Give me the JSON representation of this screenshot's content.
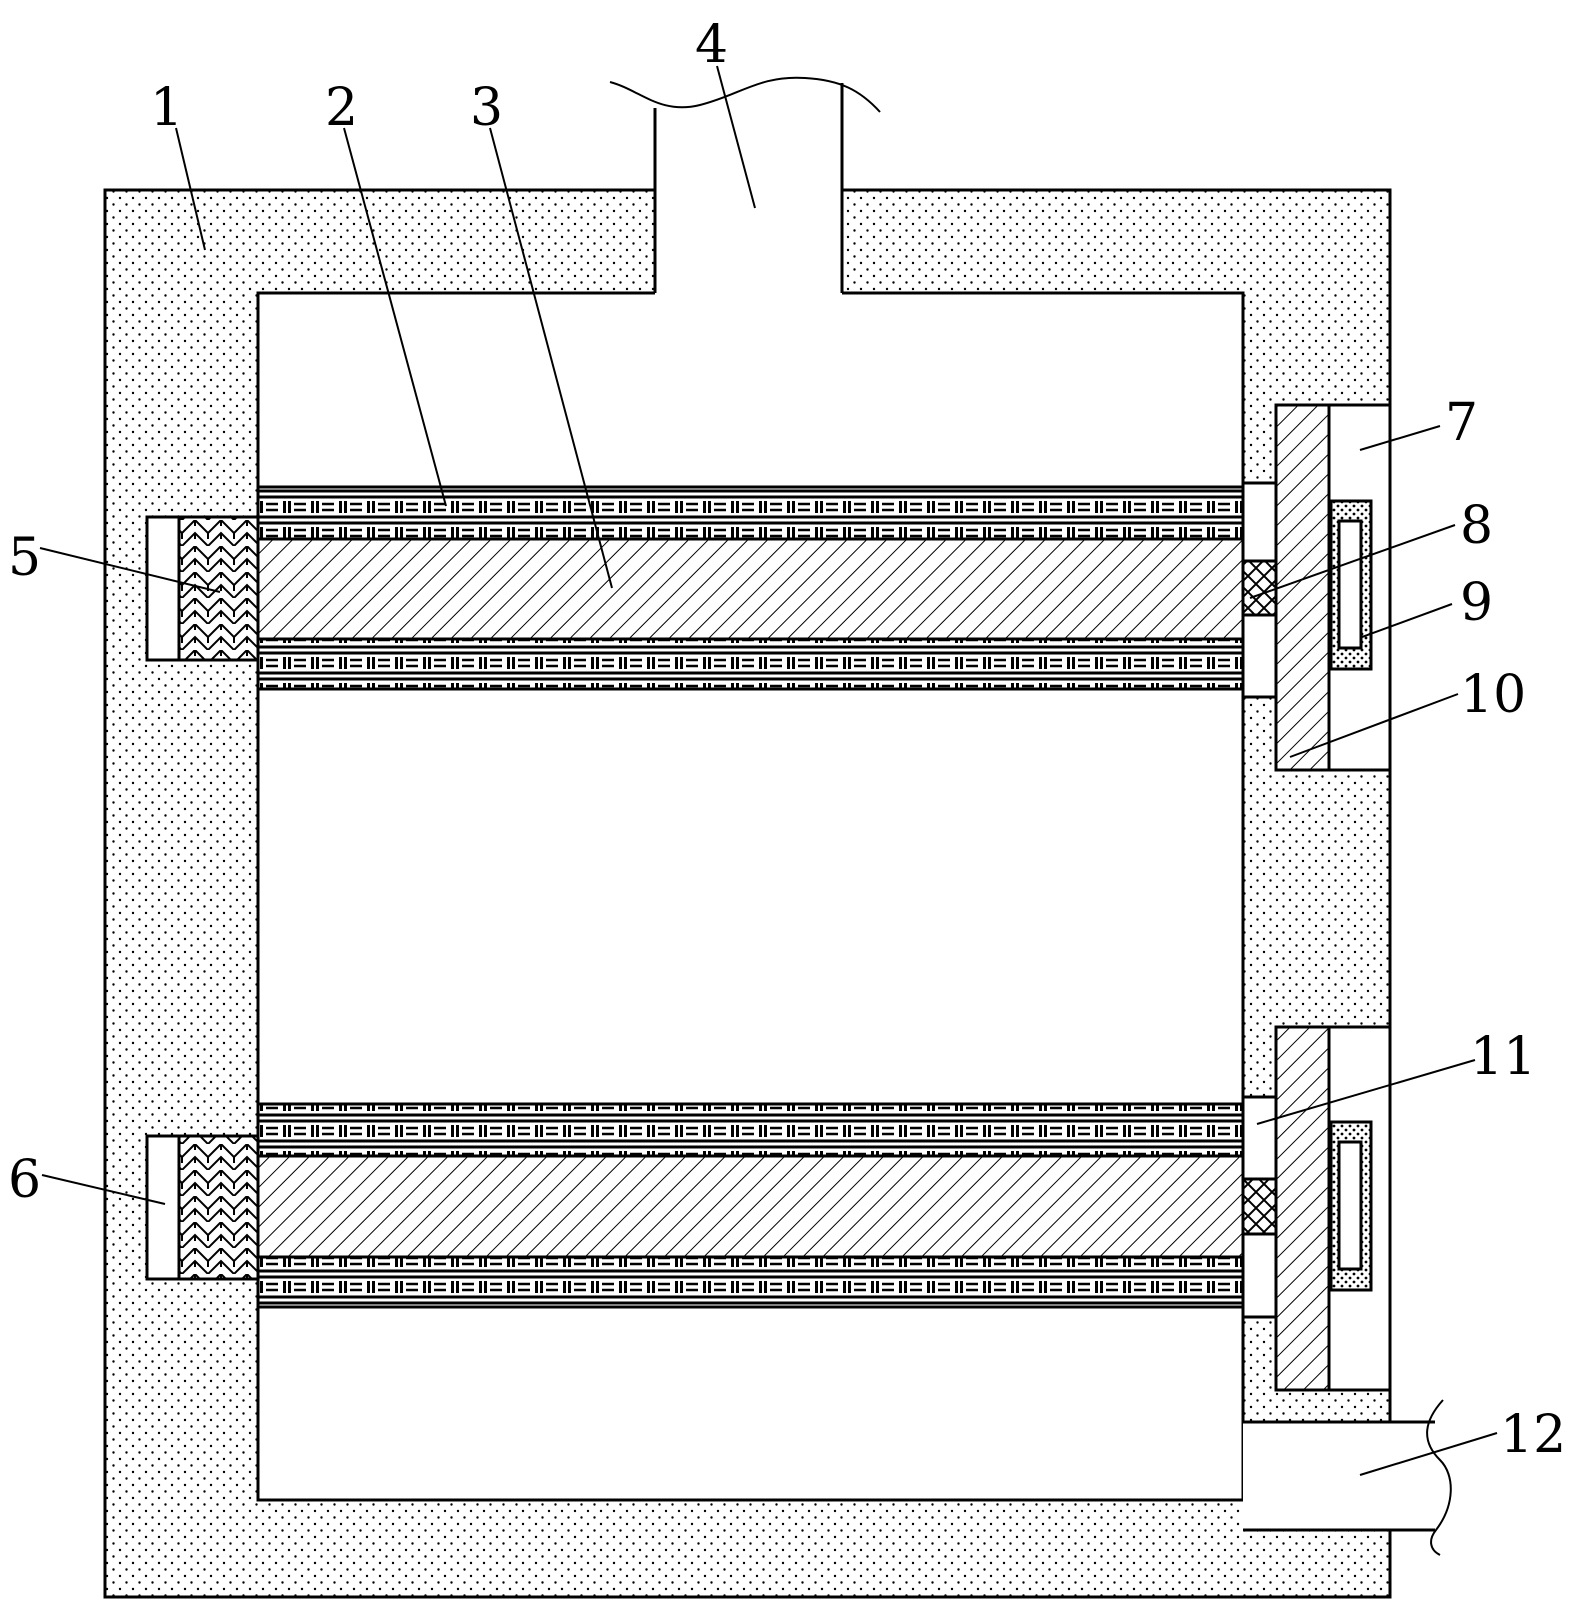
{
  "diagram": {
    "labels": {
      "l1": "1",
      "l2": "2",
      "l3": "3",
      "l4": "4",
      "l5": "5",
      "l6": "6",
      "l7": "7",
      "l8": "8",
      "l9": "9",
      "l10": "10",
      "l11": "11",
      "l12": "12"
    },
    "colors": {
      "line": "#000000",
      "background": "#ffffff",
      "dots": "#000000"
    }
  }
}
